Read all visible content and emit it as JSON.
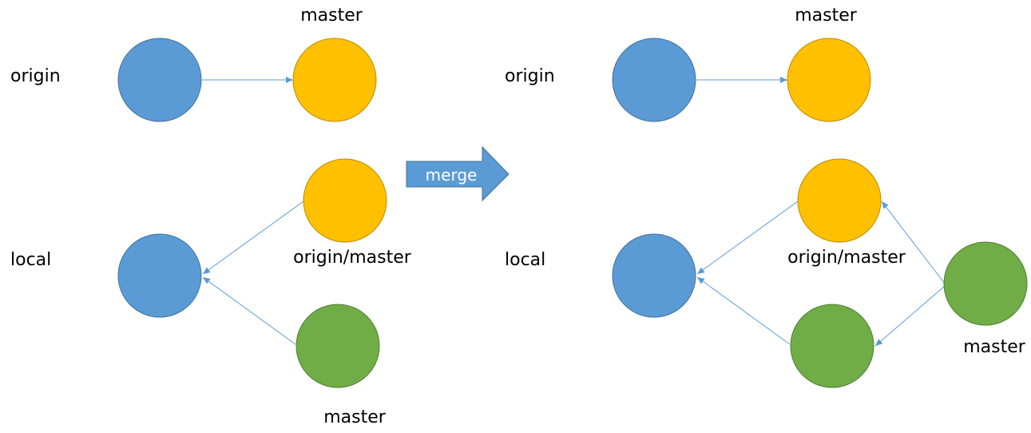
{
  "colors": {
    "blue": "#5b9bd5",
    "blue_stroke": "#41719c",
    "yellow": "#ffc000",
    "yellow_stroke": "#bc8c00",
    "green": "#70ad47",
    "green_stroke": "#507e32",
    "edge": "#5b9bd5"
  },
  "left": {
    "row_origin": "origin",
    "row_local": "local",
    "origin_master_label": "master",
    "local_origin_master_label": "origin/master",
    "local_master_label": "master"
  },
  "merge_label": "merge",
  "right": {
    "row_origin": "origin",
    "row_local": "local",
    "origin_master_label": "master",
    "local_origin_master_label": "origin/master",
    "local_master_label": "master"
  }
}
